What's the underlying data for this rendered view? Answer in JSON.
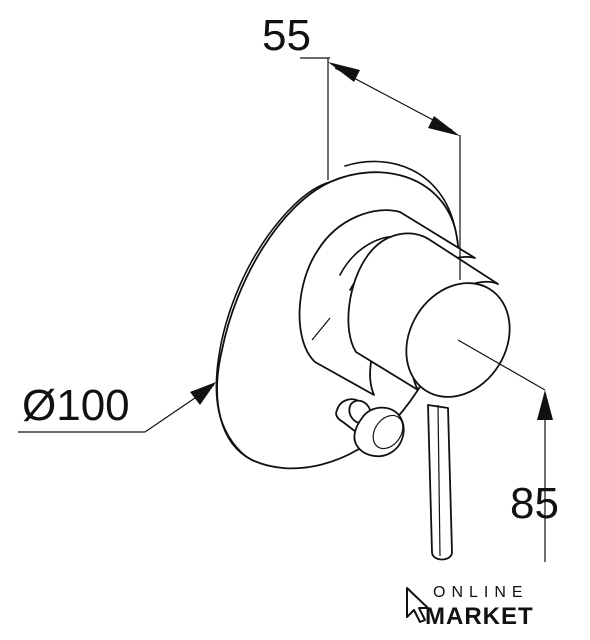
{
  "dimensions": {
    "depth": "55",
    "diameter": "Ø100",
    "height": "85"
  },
  "logo": {
    "line1": "ONLINE",
    "line2": "MARKET"
  }
}
